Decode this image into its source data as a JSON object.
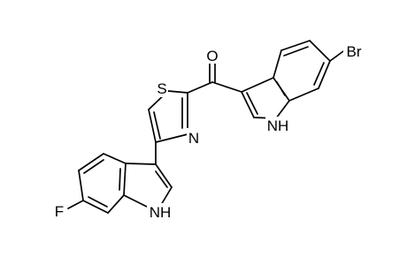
{
  "molecule": {
    "atoms": {
      "oxygen": "O",
      "bromine": "Br",
      "sulfur": "S",
      "thiazole_nitrogen": "N",
      "nh_top": "NH",
      "nh_bottom": "NH",
      "fluorine": "F"
    }
  }
}
